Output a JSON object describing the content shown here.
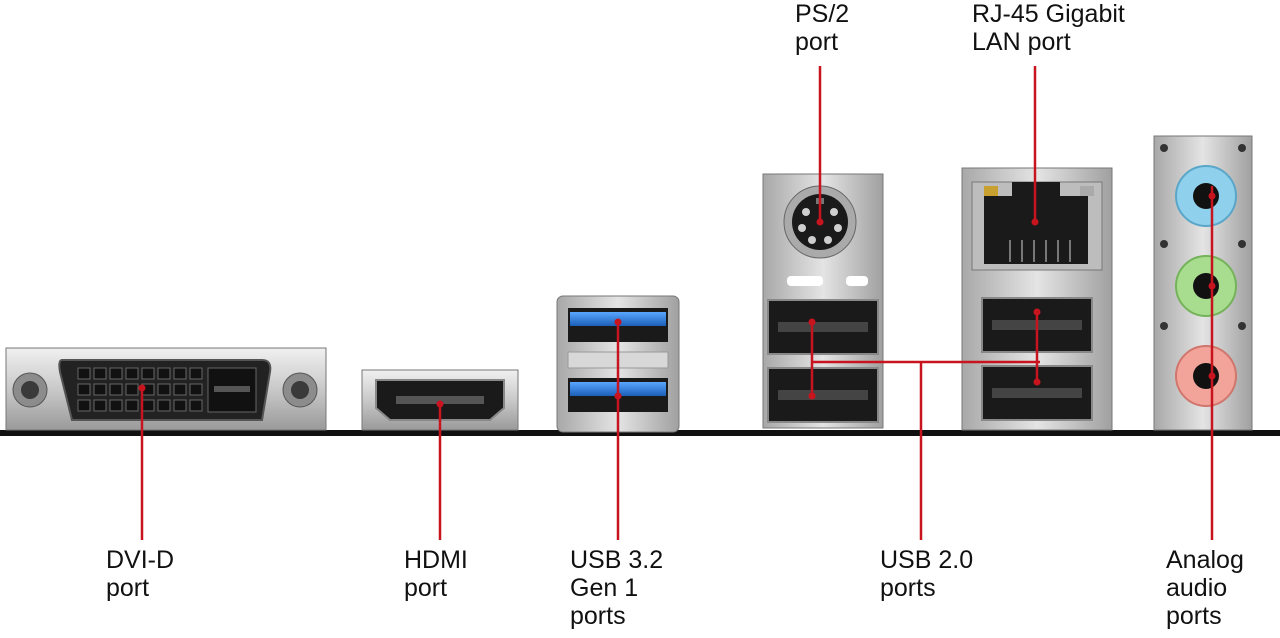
{
  "labels": {
    "dvi": "DVI-D\nport",
    "hdmi": "HDMI\nport",
    "usb32": "USB 3.2\nGen 1\nports",
    "usb20": "USB 2.0\nports",
    "audio": "Analog\naudio\nports",
    "ps2": "PS/2\nport",
    "lan": "RJ-45 Gigabit\nLAN port"
  },
  "colors": {
    "callout": "#c8141e",
    "usb3_blue": "#2f7fd6",
    "audio_blue": "#8fd0ec",
    "audio_green": "#a8dc8e",
    "audio_pink": "#f2a39a",
    "board_line": "#111111"
  },
  "icons": [
    "dvi-connector-icon",
    "hdmi-connector-icon",
    "usb3-connector-icon",
    "ps2-connector-icon",
    "usb2-connector-icon",
    "rj45-connector-icon",
    "audio-jack-icon"
  ]
}
